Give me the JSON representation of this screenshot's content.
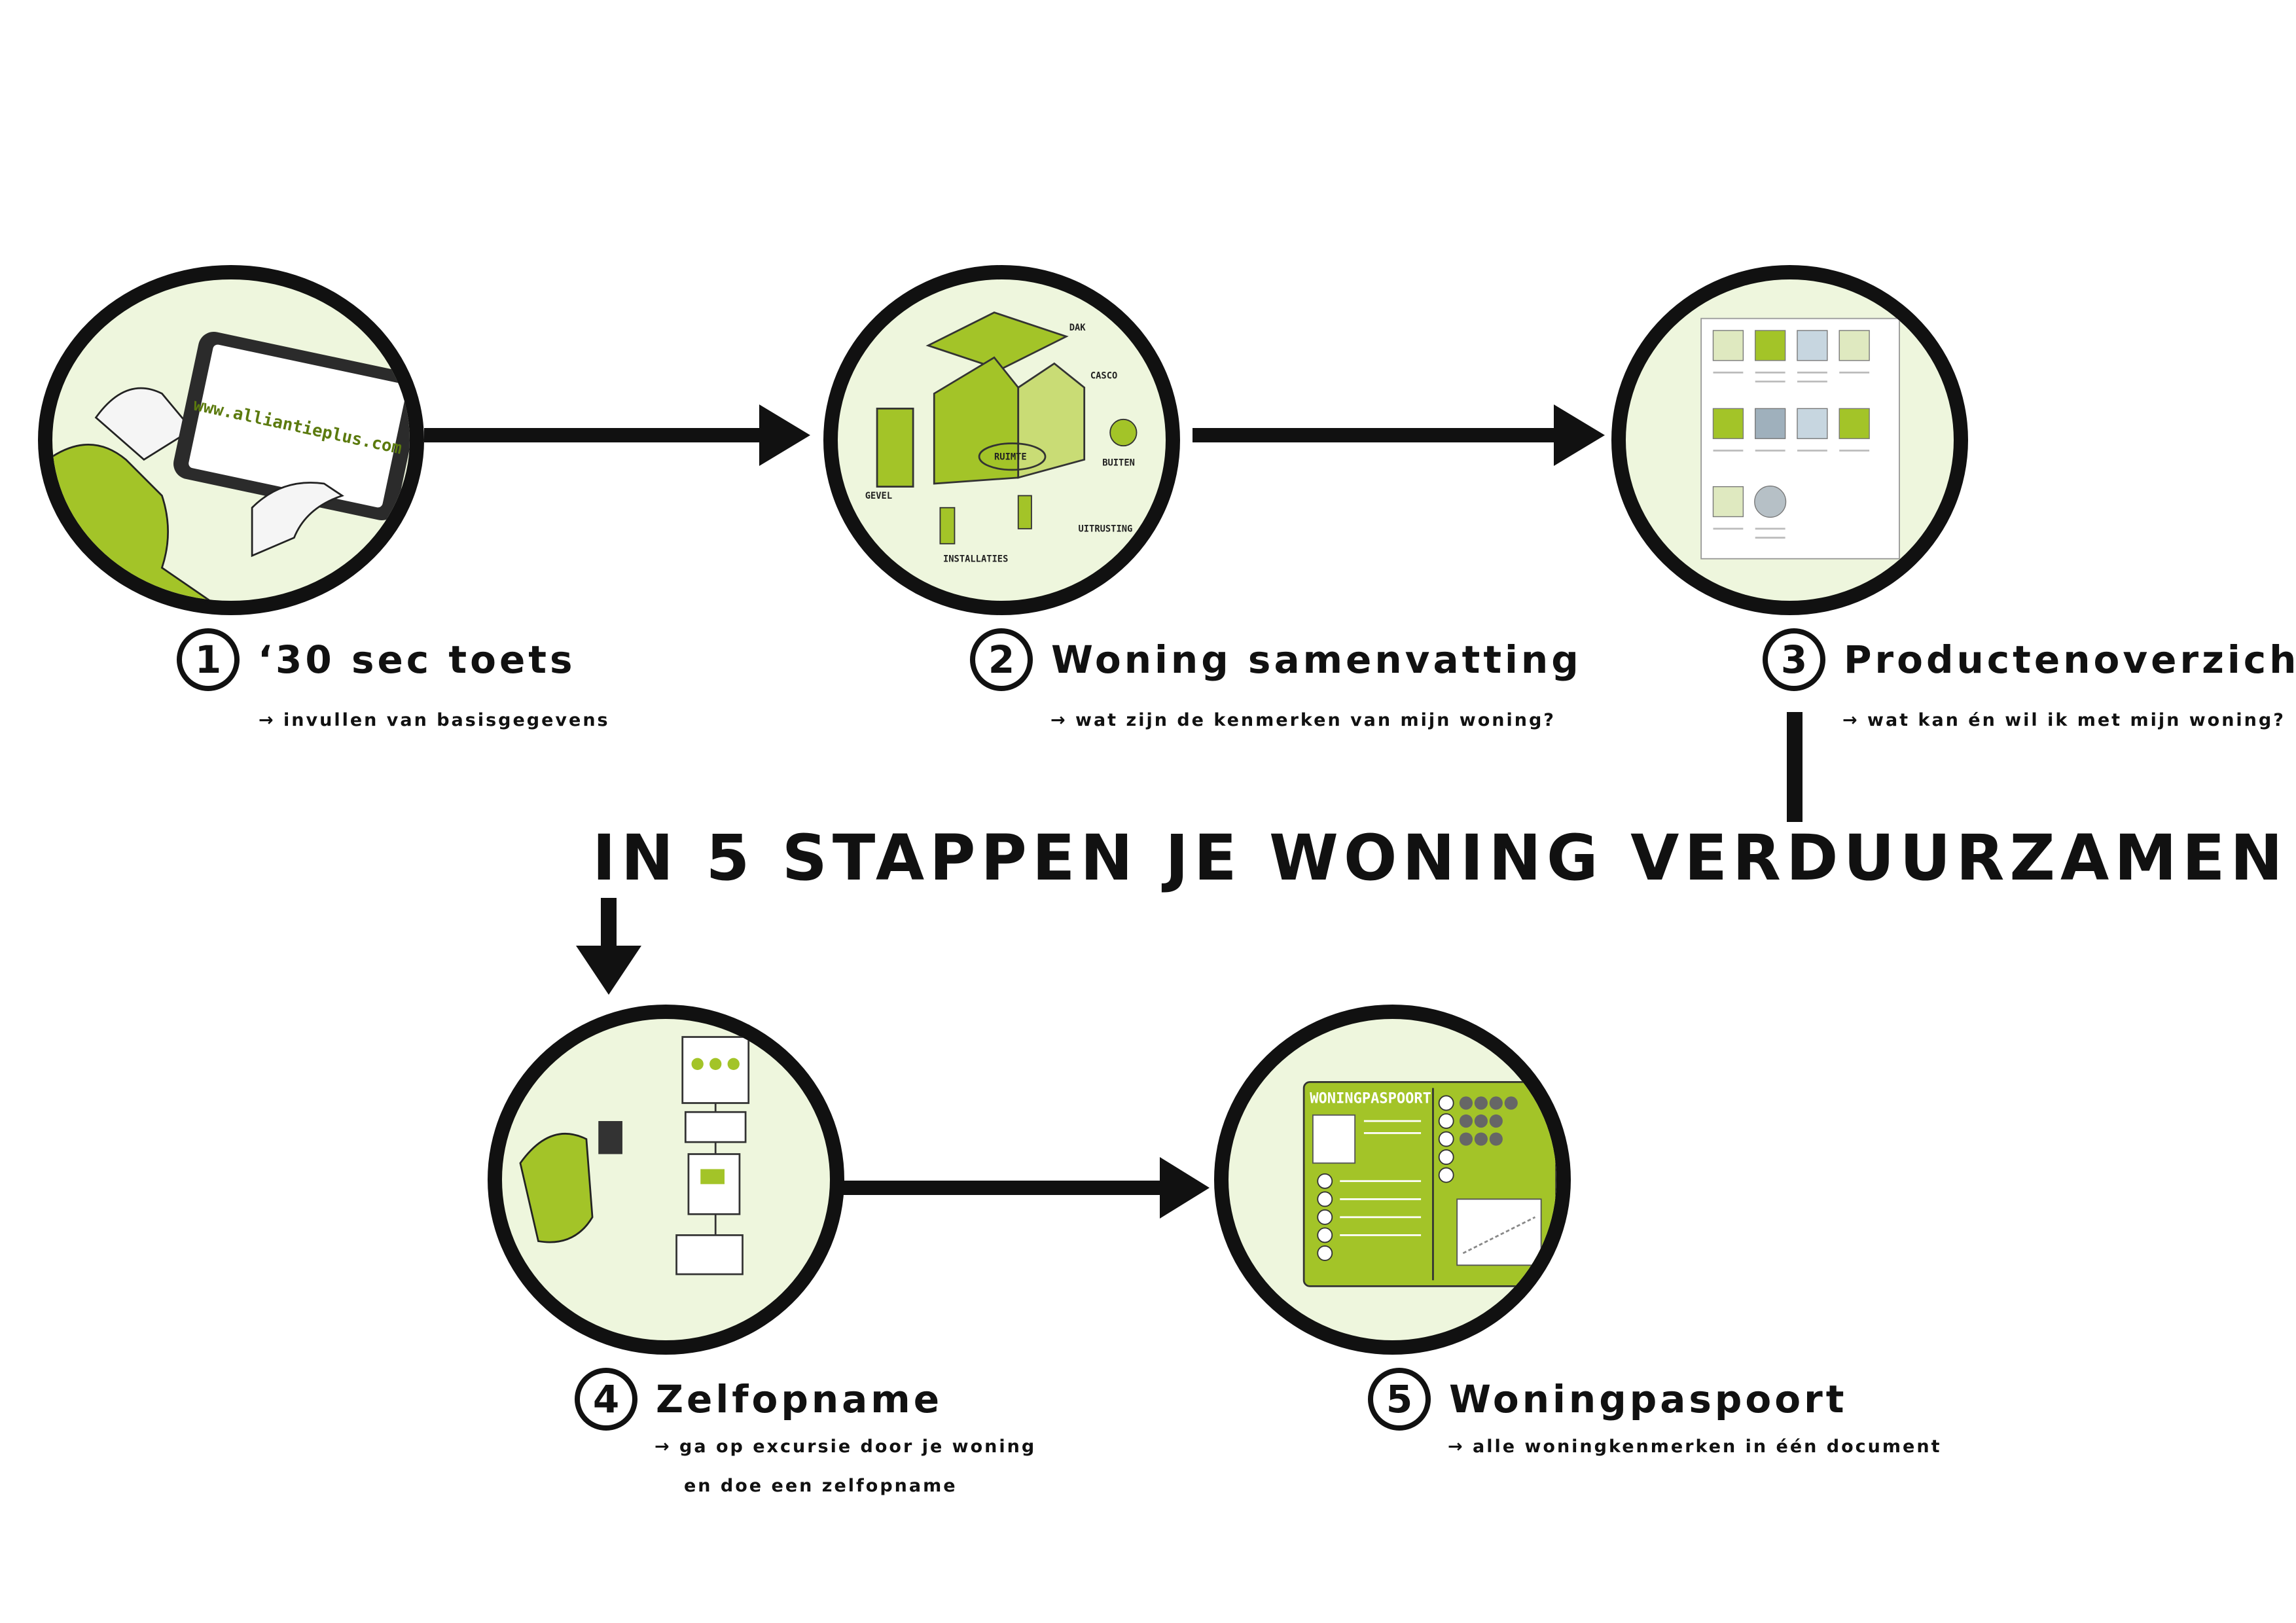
{
  "title": "IN 5 STAPPEN JE WONING VERDUURZAMEN",
  "accent_color": "#a3c428",
  "circle_fill": "#eef6dd",
  "steps": [
    {
      "number": "1",
      "title": "‘30 sec toets",
      "subtitle": "→ invullen van basisgegevens",
      "icon": "tablet-hand-icon",
      "screen_text": "www.alliantieplus.com"
    },
    {
      "number": "2",
      "title": "Woning samenvatting",
      "subtitle": "→ wat zijn de kenmerken van mijn woning?",
      "icon": "house-sketch-icon",
      "sketch_labels": {
        "dak": "DAK",
        "casco": "CASCO",
        "ruimte": "RUIMTE",
        "buiten": "BUITEN",
        "gevel": "GEVEL",
        "installaties": "INSTALLATIES",
        "uitrusting": "UITRUSTING"
      }
    },
    {
      "number": "3",
      "title": "Productenoverzicht",
      "subtitle": "→ wat kan én wil ik met mijn woning?",
      "icon": "product-sheet-icon"
    },
    {
      "number": "4",
      "title": "Zelfopname",
      "subtitle_line1": "→ ga op excursie door je woning",
      "subtitle_line2": "en doe een zelfopname",
      "icon": "person-photographing-icon"
    },
    {
      "number": "5",
      "title": "Woningpaspoort",
      "subtitle": "→ alle woningkenmerken in één document",
      "icon": "passport-document-icon",
      "document_title": "WONINGPASPOORT"
    }
  ]
}
